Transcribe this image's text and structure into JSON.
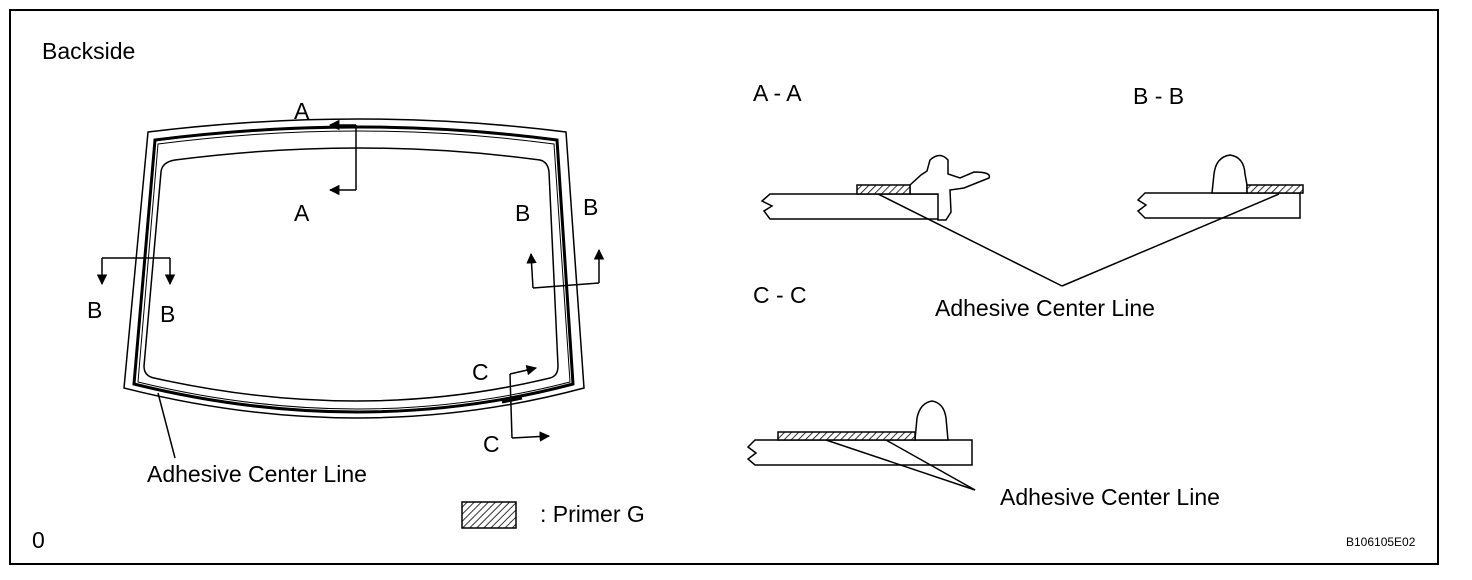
{
  "header": {
    "title": "Backside"
  },
  "windshield": {
    "section_labels": {
      "a_top": "A",
      "a_bottom": "A",
      "b_left_outer": "B",
      "b_left_inner": "B",
      "b_right_inner": "B",
      "b_right_outer": "B",
      "c_upper": "C",
      "c_lower": "C"
    },
    "callout": "Adhesive Center Line"
  },
  "sections": {
    "aa_title": "A - A",
    "bb_title": "B - B",
    "cc_title": "C - C",
    "shared_callout": "Adhesive Center Line",
    "cc_callout": "Adhesive Center Line"
  },
  "legend": {
    "primer_label": ": Primer G"
  },
  "footer": {
    "left_mark": "0",
    "figure_code": "B106105E02"
  },
  "colors": {
    "line": "#000000",
    "background": "#ffffff"
  }
}
